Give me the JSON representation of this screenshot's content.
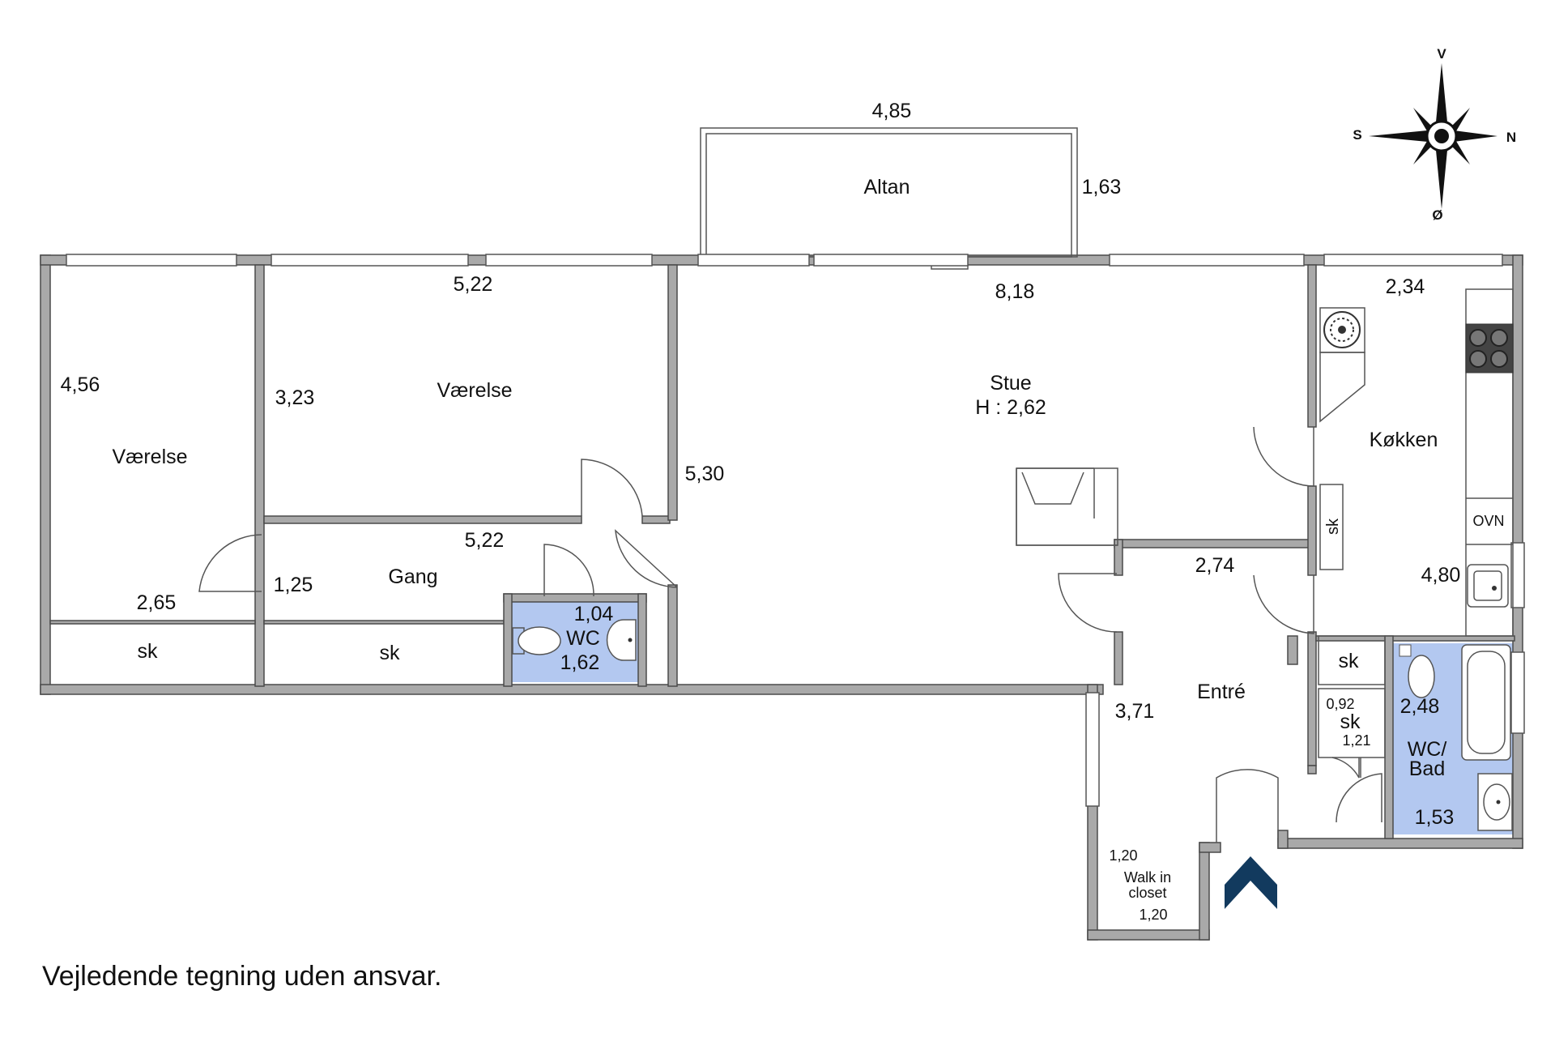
{
  "colors": {
    "wall": "#a9a9a9",
    "wet_room": "#b3c8f0",
    "entrance_arrow": "#123a5e"
  },
  "compass": {
    "north": "N",
    "south": "S",
    "west": "V",
    "east": "Ø"
  },
  "rooms": {
    "altan": "Altan",
    "vaerelse_left": "Værelse",
    "vaerelse_mid": "Værelse",
    "stue": "Stue",
    "stue_height": "H : 2,62",
    "kokken": "Køkken",
    "gang": "Gang",
    "wc": "WC",
    "entre": "Entré",
    "walkin_1": "Walk in",
    "walkin_2": "closet",
    "wc_bad_1": "WC/",
    "wc_bad_2": "Bad",
    "sk_1": "sk",
    "sk_2": "sk",
    "sk_3": "sk",
    "sk_4": "sk",
    "sk_5": "sk",
    "ovn": "OVN"
  },
  "dimensions": {
    "altan_width": "4,85",
    "altan_depth": "1,63",
    "stue_width": "8,18",
    "stue_depth": "5,30",
    "vaerelse_left_depth": "4,56",
    "vaerelse_left_width": "2,65",
    "vaerelse_mid_width_top": "5,22",
    "vaerelse_mid_depth": "3,23",
    "vaerelse_mid_width_bottom": "5,22",
    "gang_width": "1,25",
    "wc_width": "1,04",
    "wc_depth": "1,62",
    "kokken_width": "2,34",
    "kokken_depth": "4,80",
    "entre_width": "2,74",
    "entre_depth": "3,71",
    "sk_width": "0,92",
    "sk_depth": "1,21",
    "bad_width": "2,48",
    "bad_depth": "1,53",
    "walkin_width": "1,20",
    "walkin_depth": "1,20"
  },
  "disclaimer": "Vejledende tegning uden ansvar."
}
